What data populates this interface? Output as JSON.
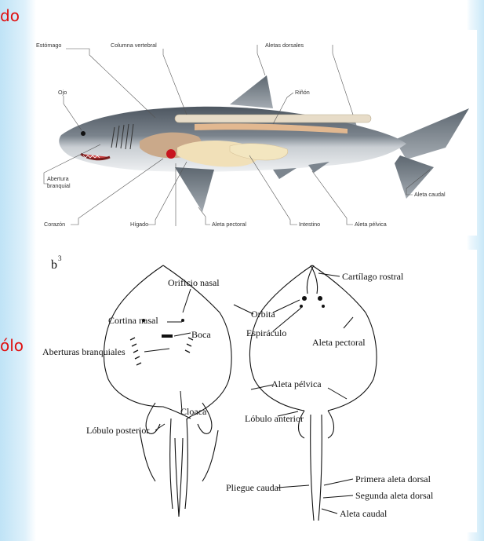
{
  "fragments": {
    "top": "do",
    "middle": "ólo"
  },
  "shark": {
    "labels": {
      "estomago": "Estómago",
      "columna": "Columna vertebral",
      "aletas_dorsales": "Aletas dorsales",
      "ojo": "Ojo",
      "rinon": "Riñón",
      "abertura_1": "Abertura",
      "abertura_2": "branquial",
      "aleta_caudal": "Aleta caudal",
      "corazon": "Corazón",
      "higado": "Hígado",
      "aleta_pectoral": "Aleta pectoral",
      "intestino": "Intestino",
      "aleta_pelvica": "Aleta pélvica"
    }
  },
  "skate": {
    "figure_number": "b",
    "figure_sub": "3",
    "labels": {
      "orificio_nasal": "Orificio nasal",
      "cartilago_rostral": "Cartílago rostral",
      "cortina_nasal": "Cortina nasal",
      "orbita": "Orbita",
      "espiraculo": "Espiráculo",
      "boca": "Boca",
      "aberturas_branquiales": "Aberturas branquiales",
      "aleta_pectoral": "Aleta pectoral",
      "aleta_pelvica": "Aleta pélvica",
      "cloaca": "Cloaca",
      "lobulo_anterior": "Lóbulo anterior",
      "lobulo_posterior": "Lóbulo posterior",
      "primera_aleta_dorsal": "Primera aleta dorsal",
      "pliegue_caudal": "Pliegue caudal",
      "segunda_aleta_dorsal": "Segunda aleta dorsal",
      "aleta_caudal": "Aleta caudal"
    }
  }
}
